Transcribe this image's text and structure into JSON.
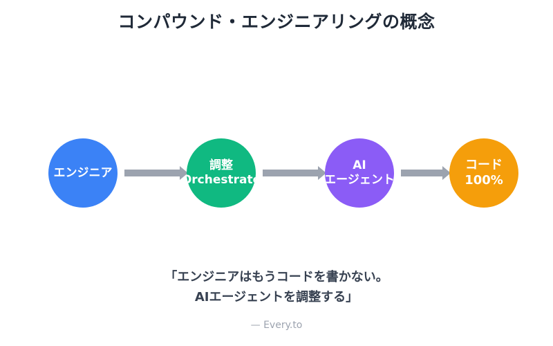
{
  "title": "コンパウンド・エンジニアリングの概念",
  "flow": {
    "nodes": [
      {
        "lines": [
          "エンジニア"
        ],
        "color": "#3b82f6"
      },
      {
        "lines": [
          "調整",
          "Orchestrate"
        ],
        "color": "#10b981"
      },
      {
        "lines": [
          "AI",
          "エージェント"
        ],
        "color": "#8b5cf6"
      },
      {
        "lines": [
          "コード",
          "100%"
        ],
        "color": "#f59e0b"
      }
    ],
    "arrow_color": "#9ca3af"
  },
  "quote": {
    "line1": "「エンジニアはもうコードを書かない。",
    "line2": "AIエージェントを調整する」"
  },
  "attribution": "— Every.to"
}
